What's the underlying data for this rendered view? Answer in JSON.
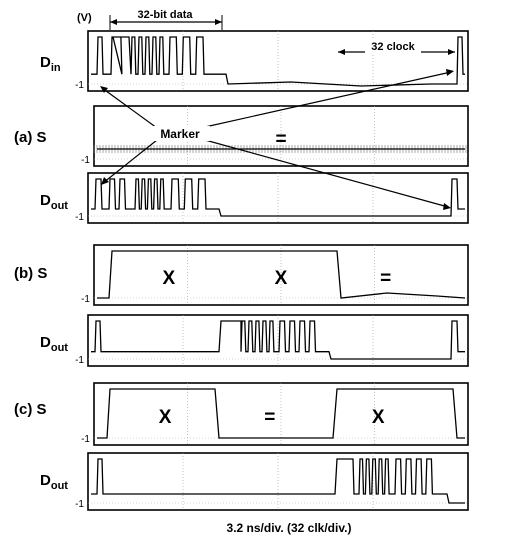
{
  "chart_data": {
    "type": "line",
    "unit_label": "(V)",
    "xlabel": "3.2 ns/div. (32 clk/div.)",
    "annotations": {
      "data_span": "32-bit data",
      "clock_span": "32 clock",
      "marker": "Marker"
    },
    "panels": [
      {
        "id": "din",
        "label": "D",
        "sub": "in",
        "part": "",
        "yticks": [
          -1
        ],
        "waveform": "din"
      },
      {
        "id": "s_a",
        "label": "S",
        "sub": "",
        "part": "(a)",
        "yticks": [
          -1
        ],
        "waveform": "s_a",
        "symbols": [
          "="
        ]
      },
      {
        "id": "dout_a",
        "label": "D",
        "sub": "out",
        "part": "",
        "yticks": [
          -1
        ],
        "waveform": "dout_a"
      },
      {
        "id": "s_b",
        "label": "S",
        "sub": "",
        "part": "(b)",
        "yticks": [
          -1
        ],
        "waveform": "s_b",
        "symbols": [
          "X",
          "X",
          "="
        ]
      },
      {
        "id": "dout_b",
        "label": "D",
        "sub": "out",
        "part": "",
        "yticks": [
          -1
        ],
        "waveform": "dout_b"
      },
      {
        "id": "s_c",
        "label": "S",
        "sub": "",
        "part": "(c)",
        "yticks": [
          -1
        ],
        "waveform": "s_c",
        "symbols": [
          "X",
          "=",
          "X"
        ]
      },
      {
        "id": "dout_c",
        "label": "D",
        "sub": "out",
        "part": "",
        "yticks": [
          -1
        ],
        "waveform": "dout_c"
      }
    ]
  }
}
